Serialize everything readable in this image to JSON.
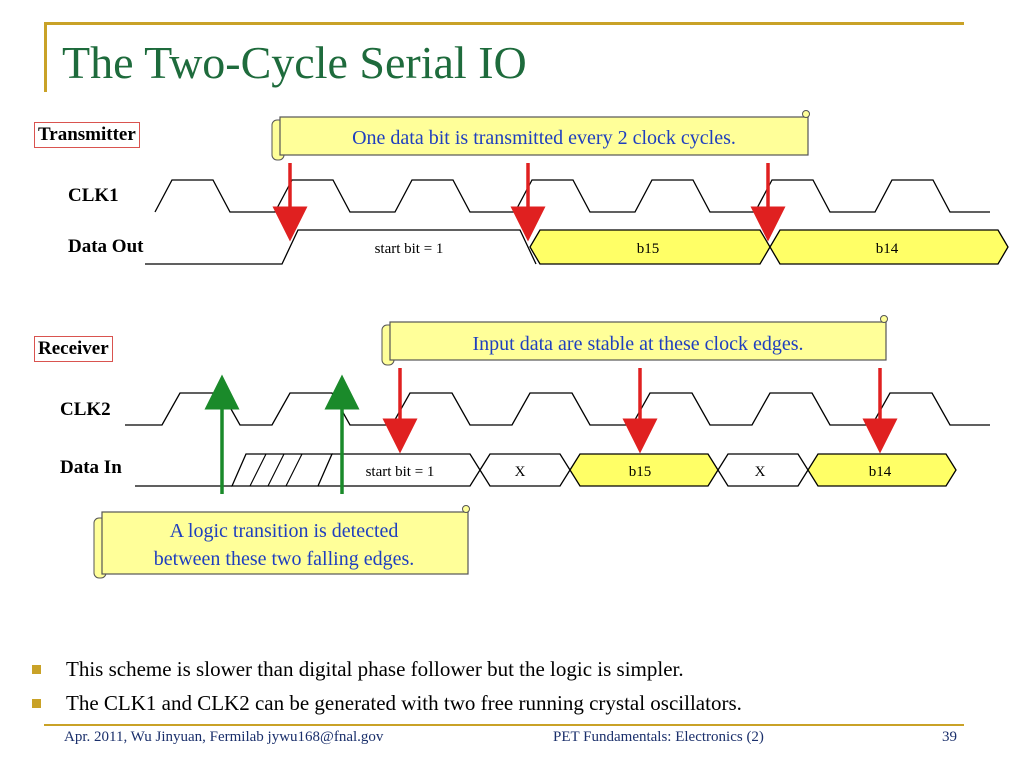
{
  "slide": {
    "title": "The Two-Cycle Serial IO",
    "page_number": "39"
  },
  "colors": {
    "title": "#1e6b3c",
    "accent": "#c9a227",
    "callout_fill": "#ffff99",
    "callout_text": "#1f3fbf",
    "arrow_red": "#e02020",
    "arrow_green": "#1a8a2a",
    "data_fill": "#ffff66"
  },
  "transmitter": {
    "label": "Transmitter",
    "clock_label": "CLK1",
    "data_label": "Data Out",
    "callout": "One data bit is transmitted every 2 clock cycles.",
    "segments": [
      "start bit = 1",
      "b15",
      "b14"
    ]
  },
  "receiver": {
    "label": "Receiver",
    "clock_label": "CLK2",
    "data_label": "Data In",
    "callout": "Input data are stable at these clock edges.",
    "segments": [
      "start bit = 1",
      "X",
      "b15",
      "X",
      "b14"
    ]
  },
  "detect_callout": {
    "line1": "A logic transition is detected",
    "line2": "between these two falling edges."
  },
  "bullets": [
    "This scheme is slower than digital phase follower but the logic is simpler.",
    "The CLK1 and CLK2 can be generated with two free running crystal oscillators."
  ],
  "footer": {
    "left": "Apr. 2011, Wu Jinyuan, Fermilab jywu168@fnal.gov",
    "center": "PET Fundamentals: Electronics (2)"
  }
}
